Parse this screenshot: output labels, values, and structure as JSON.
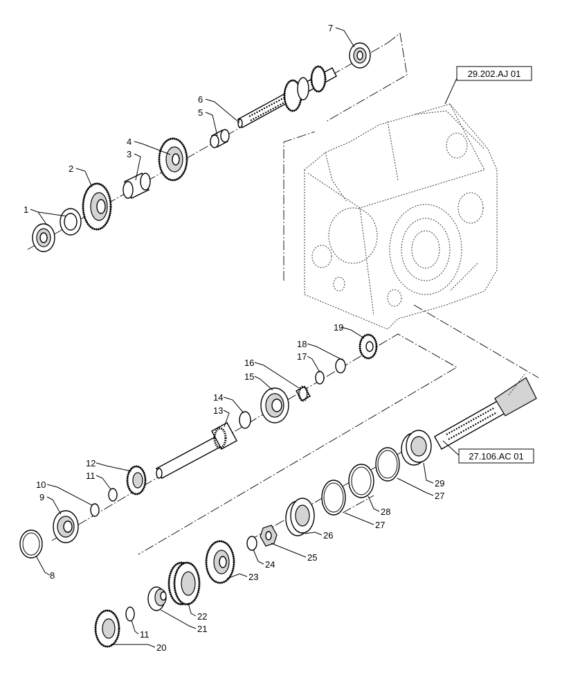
{
  "callouts": {
    "c1": "1",
    "c2": "2",
    "c3": "3",
    "c4": "4",
    "c5": "5",
    "c6": "6",
    "c7": "7",
    "c8": "8",
    "c9": "9",
    "c10": "10",
    "c11a": "11",
    "c11b": "11",
    "c12": "12",
    "c13": "13",
    "c14": "14",
    "c15": "15",
    "c16": "16",
    "c17": "17",
    "c18": "18",
    "c19": "19",
    "c20": "20",
    "c21": "21",
    "c22": "22",
    "c23": "23",
    "c24": "24",
    "c25": "25",
    "c26": "26",
    "c27a": "27",
    "c27b": "27",
    "c28": "28",
    "c29": "29"
  },
  "references": {
    "housing": "29.202.AJ 01",
    "pinion_shaft": "27.106.AC 01"
  }
}
